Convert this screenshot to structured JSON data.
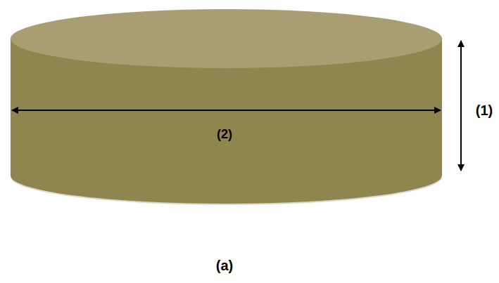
{
  "diagram": {
    "caption": "(a)",
    "labels": [
      "(1)",
      "(2)"
    ]
  }
}
